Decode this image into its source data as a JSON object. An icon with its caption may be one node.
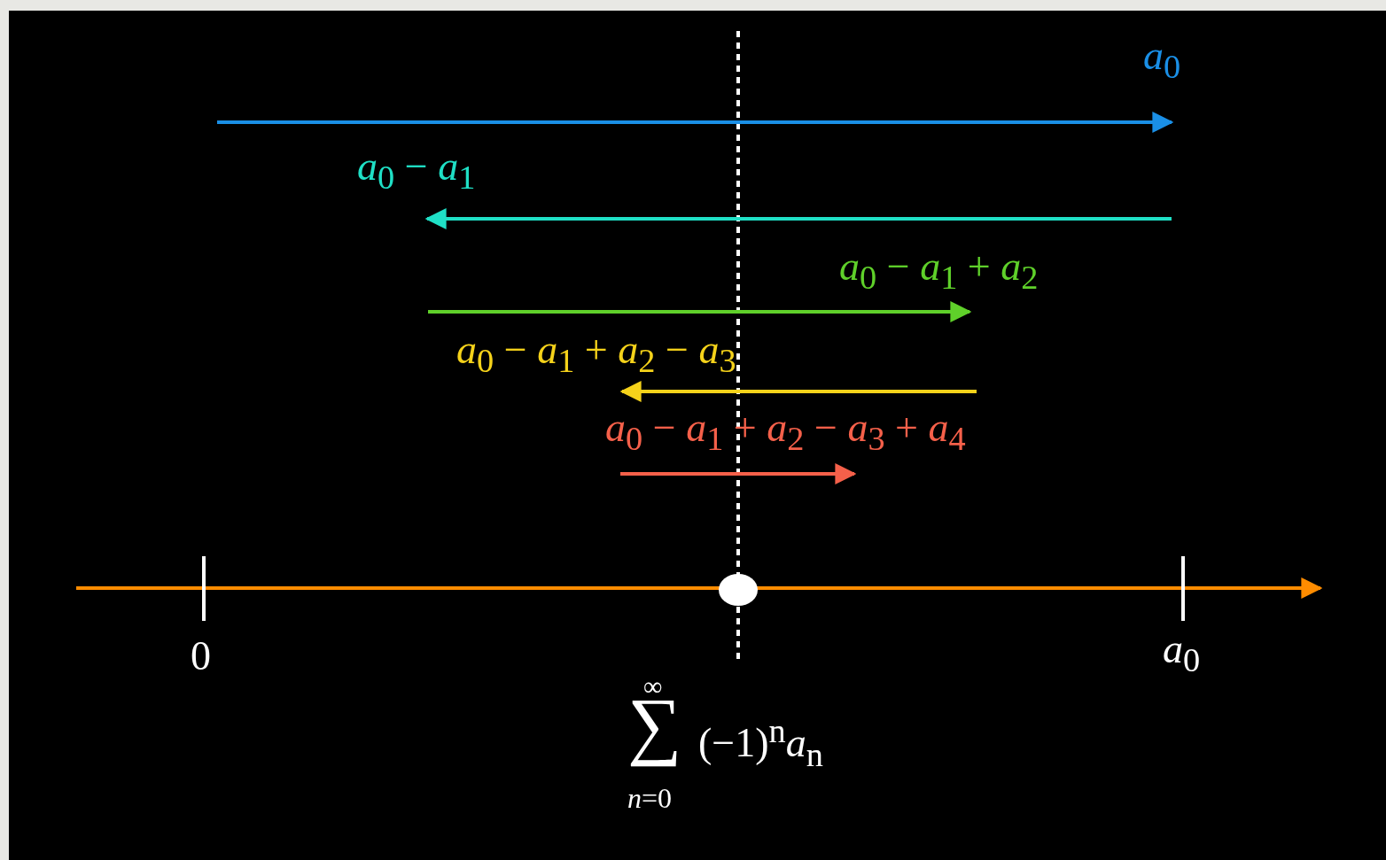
{
  "diagram": {
    "labels": [
      "*a*$_{0}$",
      "*a*$_{0}$ − *a*$_{1}$",
      "*a*$_{0}$ − *a*$_{1}$ + *a*$_{2}$",
      "*a*$_{0}$ − *a*$_{1}$ + *a*$_{2}$ − *a*$_{3}$",
      "*a*$_{0}$ − *a*$_{1}$ + *a*$_{2}$ − *a*$_{3}$ + *a*$_{4}$",
      "0",
      "*a*$_{0}$",
      "∞",
      "∑",
      "(−1)$^{n}$*a*$_{n}$",
      "*n*=0"
    ]
  }
}
